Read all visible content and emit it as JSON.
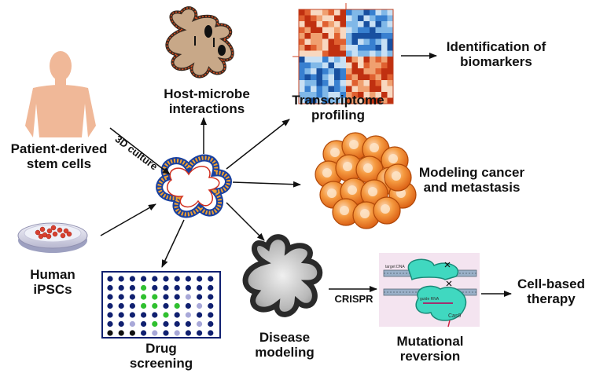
{
  "labels": {
    "patient": [
      "Patient-derived",
      "stem cells"
    ],
    "ipsc": [
      "Human",
      "iPSCs"
    ],
    "culture": "3D culture",
    "host": [
      "Host-microbe",
      "interactions"
    ],
    "transcriptome": [
      "Transcriptome",
      "profiling"
    ],
    "biomarkers": [
      "Identification of",
      "biomarkers"
    ],
    "cancer": [
      "Modeling cancer",
      "and metastasis"
    ],
    "drug": [
      "Drug",
      "screening"
    ],
    "disease": [
      "Disease",
      "modeling"
    ],
    "crispr": "CRISPR",
    "mutational": [
      "Mutational",
      "reversion"
    ],
    "therapy": [
      "Cell-based",
      "therapy"
    ],
    "cas9": "Cas9",
    "target_dna": "target DNA",
    "guide_rna": "guide RNA"
  },
  "colors": {
    "skin": "#f0b898",
    "cancer_orange": "#f07820",
    "cas9_teal": "#40d8c0",
    "drug_blue": "#102070",
    "drug_green": "#30c030",
    "heatmap_red": "#d04020",
    "heatmap_blue": "#2060c0"
  },
  "icons": {
    "patient": "human-silhouette-icon",
    "ipsc": "petri-dish-icon",
    "organoid": "organoid-icon",
    "host": "microbe-organoid-icon",
    "transcriptome": "heatmap-icon",
    "cancer": "tumor-cluster-icon",
    "drug": "well-plate-icon",
    "disease": "diseased-organoid-icon",
    "crispr": "cas9-complex-icon"
  }
}
